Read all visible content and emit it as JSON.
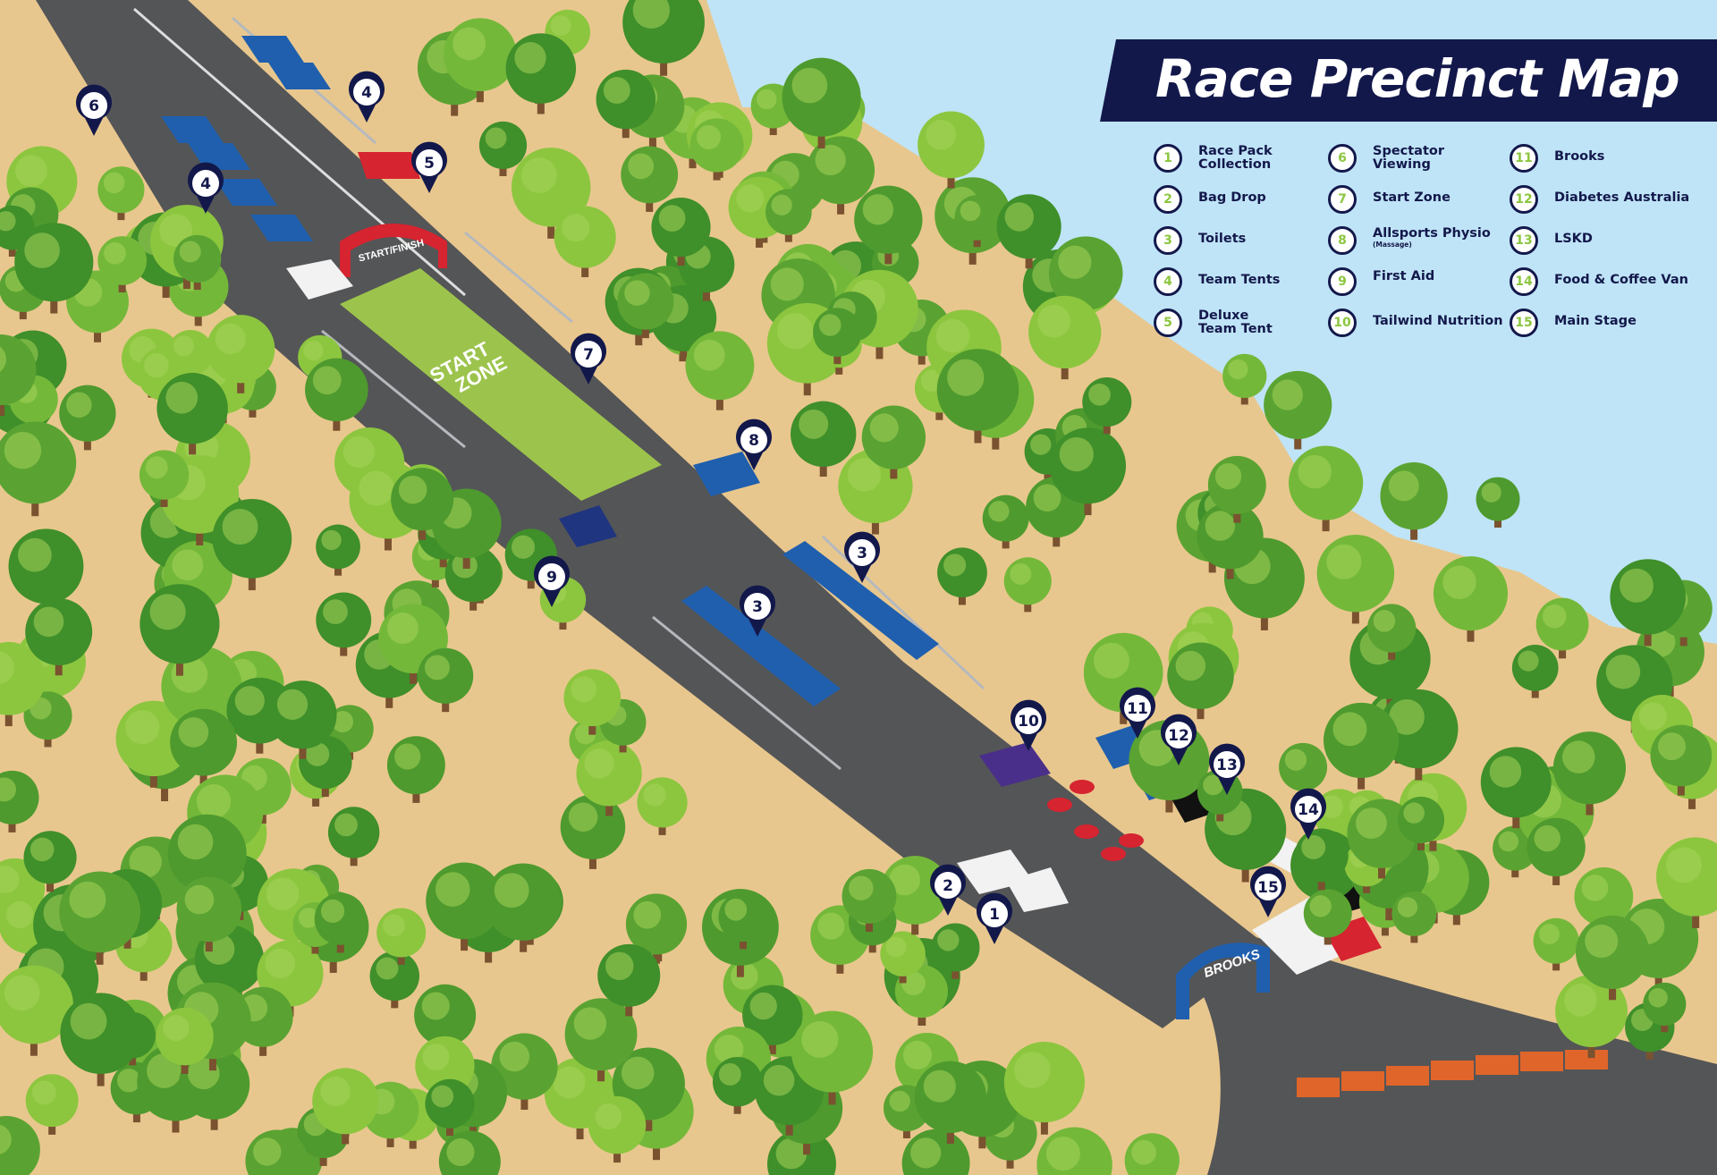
{
  "title": "Race Precinct Map",
  "legend": [
    {
      "num": "1",
      "label": "Race Pack",
      "label2": "Collection",
      "sub": ""
    },
    {
      "num": "2",
      "label": "Bag Drop",
      "label2": "",
      "sub": ""
    },
    {
      "num": "3",
      "label": "Toilets",
      "label2": "",
      "sub": ""
    },
    {
      "num": "4",
      "label": "Team Tents",
      "label2": "",
      "sub": ""
    },
    {
      "num": "5",
      "label": "Deluxe",
      "label2": "Team Tent",
      "sub": ""
    },
    {
      "num": "6",
      "label": "Spectator",
      "label2": "Viewing",
      "sub": ""
    },
    {
      "num": "7",
      "label": "Start Zone",
      "label2": "",
      "sub": ""
    },
    {
      "num": "8",
      "label": "Allsports Physio",
      "label2": "",
      "sub": "(Massage)"
    },
    {
      "num": "9",
      "label": "First Aid",
      "label2": "",
      "sub": ""
    },
    {
      "num": "10",
      "label": "Tailwind Nutrition",
      "label2": "",
      "sub": ""
    },
    {
      "num": "11",
      "label": "Brooks",
      "label2": "",
      "sub": ""
    },
    {
      "num": "12",
      "label": "Diabetes Australia",
      "label2": "",
      "sub": ""
    },
    {
      "num": "13",
      "label": "LSKD",
      "label2": "",
      "sub": ""
    },
    {
      "num": "14",
      "label": "Food & Coffee Van",
      "label2": "",
      "sub": ""
    },
    {
      "num": "15",
      "label": "Main Stage",
      "label2": "",
      "sub": ""
    }
  ],
  "map_labels": {
    "start_finish": "START/FINISH",
    "start_zone_1": "START",
    "start_zone_2": "ZONE",
    "brooks_arch": "BROOKS"
  },
  "markers": [
    "6",
    "4",
    "5",
    "4",
    "7",
    "8",
    "9",
    "3",
    "3",
    "10",
    "11",
    "12",
    "13",
    "14",
    "15",
    "2",
    "1"
  ],
  "colors": {
    "sky": "#bfe4f7",
    "ground": "#e8c78e",
    "road": "#545557",
    "navy": "#13184b",
    "accent_green": "#8cc63f",
    "tent_blue": "#1f5fae",
    "red": "#d62430",
    "tree_dark": "#3f8f2a",
    "tree_light": "#8cc63f",
    "grass_zone": "#9cc44d"
  }
}
